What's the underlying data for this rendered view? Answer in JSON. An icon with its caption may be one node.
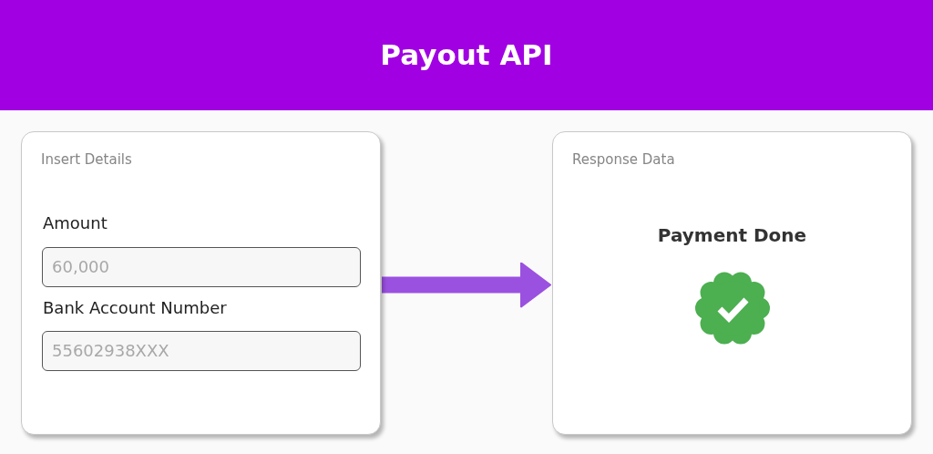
{
  "diagram": {
    "title": "Payout API",
    "nodes": [
      {
        "text": [
          "Insert Details",
          "Amount",
          "Bank Account Number"
        ]
      },
      {
        "text": [
          "60,000"
        ],
        "in": 0
      },
      {
        "text": [
          "55602938XXX"
        ],
        "in": 0
      },
      {
        "text": [
          "Response Data",
          "Payment Done"
        ]
      }
    ],
    "edges": [
      {
        "from": 0,
        "to": 3,
        "arrow": "to"
      }
    ]
  }
}
